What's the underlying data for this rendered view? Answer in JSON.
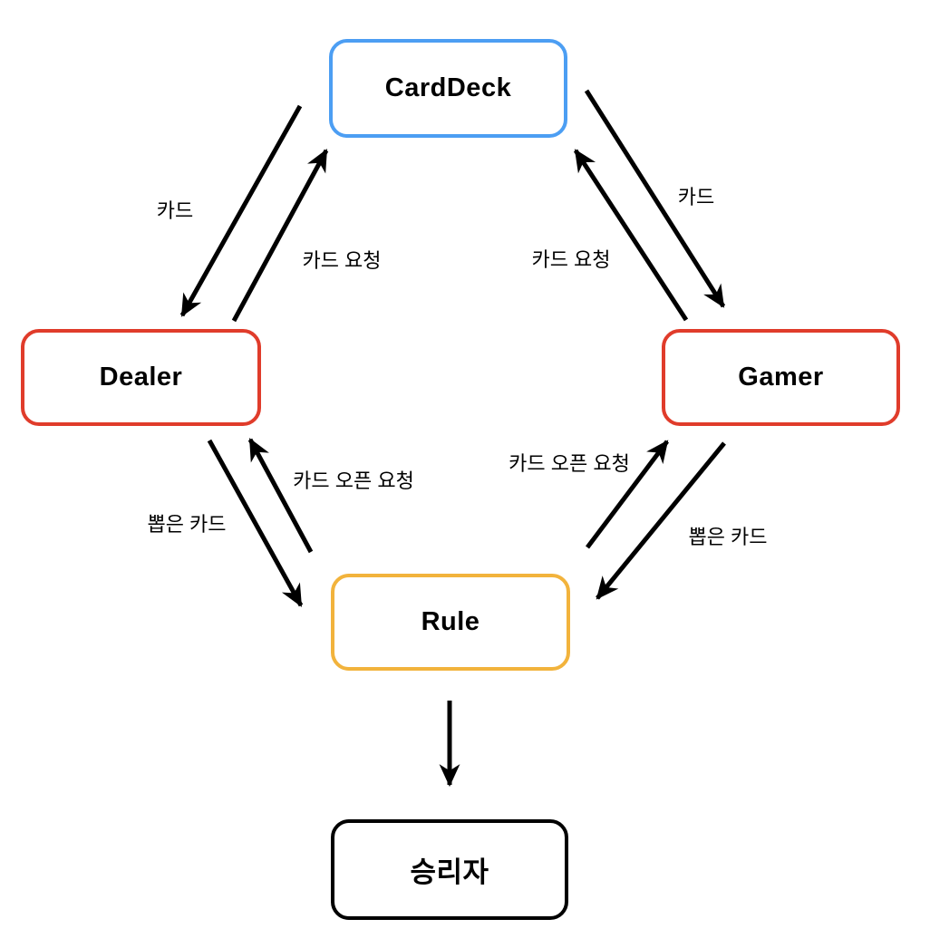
{
  "page": {
    "background_color": "#ffffff"
  },
  "diagram": {
    "text_color": "#000000",
    "arrow_color": "#000000",
    "nodes": {
      "carddeck": {
        "label": "CardDeck",
        "border_color": "#4C9EF3"
      },
      "dealer": {
        "label": "Dealer",
        "border_color": "#E03C2B"
      },
      "gamer": {
        "label": "Gamer",
        "border_color": "#E03C2B"
      },
      "rule": {
        "label": "Rule",
        "border_color": "#F2B33C"
      },
      "winner": {
        "label": "승리자",
        "border_color": "#000000"
      }
    },
    "edges": [
      {
        "id": "carddeck-to-dealer",
        "from": "carddeck",
        "to": "dealer",
        "label": "카드"
      },
      {
        "id": "dealer-to-carddeck",
        "from": "dealer",
        "to": "carddeck",
        "label": "카드 요청"
      },
      {
        "id": "carddeck-to-gamer",
        "from": "carddeck",
        "to": "gamer",
        "label": "카드"
      },
      {
        "id": "gamer-to-carddeck",
        "from": "gamer",
        "to": "carddeck",
        "label": "카드 요청"
      },
      {
        "id": "dealer-to-rule",
        "from": "dealer",
        "to": "rule",
        "label": "뽑은 카드"
      },
      {
        "id": "rule-to-dealer",
        "from": "rule",
        "to": "dealer",
        "label": "카드 오픈 요청"
      },
      {
        "id": "gamer-to-rule",
        "from": "gamer",
        "to": "rule",
        "label": "뽑은 카드"
      },
      {
        "id": "rule-to-gamer",
        "from": "rule",
        "to": "gamer",
        "label": "카드 오픈 요청"
      },
      {
        "id": "rule-to-winner",
        "from": "rule",
        "to": "winner",
        "label": ""
      }
    ]
  }
}
